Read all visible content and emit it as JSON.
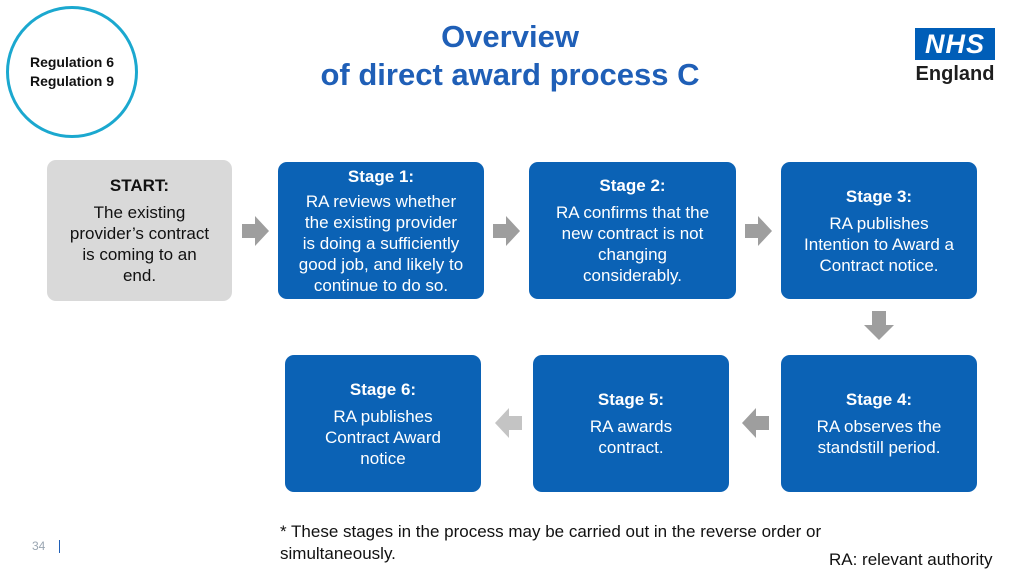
{
  "regulations": [
    "Regulation 6",
    "Regulation 9"
  ],
  "title": {
    "line1": "Overview",
    "line2": "of direct award process C"
  },
  "logo": {
    "nhs": "NHS",
    "region": "England",
    "brand_color": "#005eb8"
  },
  "start": {
    "heading": "START:",
    "text": "The existing\nprovider’s contract\nis coming to an\nend."
  },
  "stages": [
    {
      "heading": "Stage 1:",
      "text": "RA reviews whether\nthe existing provider\nis doing a sufficiently\ngood job, and likely to\ncontinue to do so."
    },
    {
      "heading": "Stage 2:",
      "text": "RA confirms that the\nnew contract is not\nchanging\nconsiderably."
    },
    {
      "heading": "Stage 3:",
      "text": "RA publishes\nIntention to Award a\nContract notice."
    },
    {
      "heading": "Stage 4:",
      "text": "RA observes the\nstandstill period."
    },
    {
      "heading": "Stage 5:",
      "text": "RA awards\ncontract."
    },
    {
      "heading": "Stage 6:",
      "text": "RA publishes\nContract Award\nnotice"
    }
  ],
  "footnote": "* These stages in the process may be carried out in the reverse order or simultaneously.",
  "ra_definition": "RA: relevant authority",
  "page_number": "34",
  "colors": {
    "stage_fill": "#0b62b5",
    "start_fill": "#d9d9d9",
    "title": "#1f5fb7",
    "arrow": "#9e9e9e",
    "arrow_faded": "#c4c4c4",
    "circle": "#1ba8cf"
  }
}
